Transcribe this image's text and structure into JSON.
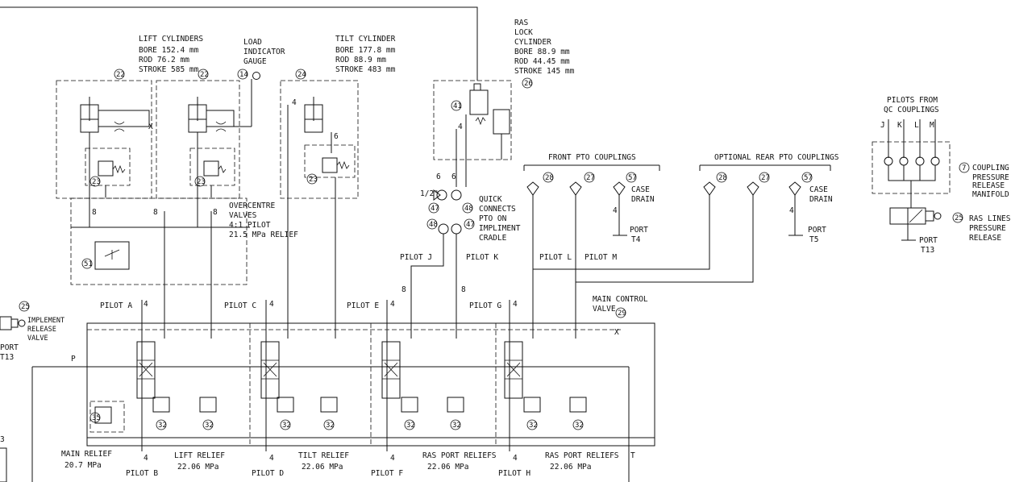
{
  "lift": {
    "title": "LIFT CYLINDERS",
    "bore": "BORE 152.4 mm",
    "rod": "ROD 76.2 mm",
    "stroke": "STROKE 585 mm",
    "ref_a": "22",
    "ref_b": "22"
  },
  "load_gauge": {
    "l1": "LOAD",
    "l2": "INDICATOR",
    "l3": "GAUGE",
    "ref": "14"
  },
  "tilt": {
    "title": "TILT CYLINDER",
    "bore": "BORE 177.8 mm",
    "rod": "ROD 88.9 mm",
    "stroke": "STROKE 483 mm",
    "ref": "24"
  },
  "ras": {
    "l1": "RAS",
    "l2": "LOCK",
    "l3": "CYLINDER",
    "bore": "BORE 88.9 mm",
    "rod": "ROD 44.45 mm",
    "stroke": "STROKE 145 mm",
    "ref": "26",
    "valve_ref": "41"
  },
  "overcentre": {
    "l1": "OVERCENTRE",
    "l2": "VALVES",
    "l3": "4:1 PILOT",
    "l4": "21.5 MPa RELIEF",
    "ref_a": "23",
    "ref_b": "23",
    "ref_c": "23"
  },
  "flow_ref": "51",
  "quick": {
    "l1": "QUICK",
    "l2": "CONNECTS",
    "l3": "PTO ON",
    "l4": "IMPLIMENT",
    "l5": "CRADLE",
    "size": "1/2\"",
    "ref_47a": "47",
    "ref_48a": "48",
    "ref_48b": "48",
    "ref_47b": "47"
  },
  "front_pto": {
    "title": "FRONT PTO COUPLINGS",
    "ref_a": "28",
    "ref_b": "27",
    "ref_c": "57",
    "case": "CASE",
    "drain": "DRAIN",
    "port": "PORT",
    "port_id": "T4"
  },
  "rear_pto": {
    "title": "OPTIONAL REAR PTO COUPLINGS",
    "ref_a": "28",
    "ref_b": "27",
    "ref_c": "57",
    "case": "CASE",
    "drain": "DRAIN",
    "port": "PORT",
    "port_id": "T5"
  },
  "qc": {
    "title1": "PILOTS FROM",
    "title2": "QC COUPLINGS",
    "j": "J",
    "k": "K",
    "l": "L",
    "m": "M",
    "ref": "7",
    "c1": "COUPLING",
    "c2": "PRESSURE",
    "c3": "RELEASE",
    "c4": "MANIFOLD",
    "ras_ref": "25",
    "r1": "RAS LINES",
    "r2": "PRESSURE",
    "r3": "RELEASE",
    "port": "PORT",
    "port_id": "T13"
  },
  "implement": {
    "ref": "25",
    "l1": "IMPLEMENT",
    "l2": "RELEASE",
    "l3": "VALVE",
    "port": "PORT",
    "port_id": "T13"
  },
  "pilots": {
    "a": "PILOT A",
    "b": "PILOT B",
    "c": "PILOT C",
    "d": "PILOT D",
    "e": "PILOT E",
    "f": "PILOT F",
    "g": "PILOT G",
    "h": "PILOT H",
    "j": "PILOT J",
    "k": "PILOT K",
    "l": "PILOT L",
    "m": "PILOT M"
  },
  "main_valve": {
    "l1": "MAIN CONTROL",
    "l2": "VALVE",
    "ref": "29"
  },
  "reliefs": {
    "main1": "MAIN RELIEF",
    "main2": "20.7 MPa",
    "main_ref": "35",
    "lift1": "LIFT RELIEF",
    "lift2": "22.06 MPa",
    "tilt1": "TILT RELIEF",
    "tilt2": "22.06 MPa",
    "ras1": "RAS PORT RELIEFS",
    "ras2": "22.06 MPa",
    "ras3": "RAS PORT RELIEFS",
    "ras4": "22.06 MPa",
    "ref": "32"
  },
  "line_sizes": {
    "four": "4",
    "six": "6",
    "eight": "8"
  },
  "port_letters": {
    "p": "P",
    "t": "T",
    "x": "X",
    "x2": "X"
  },
  "edge_fragment": "3"
}
